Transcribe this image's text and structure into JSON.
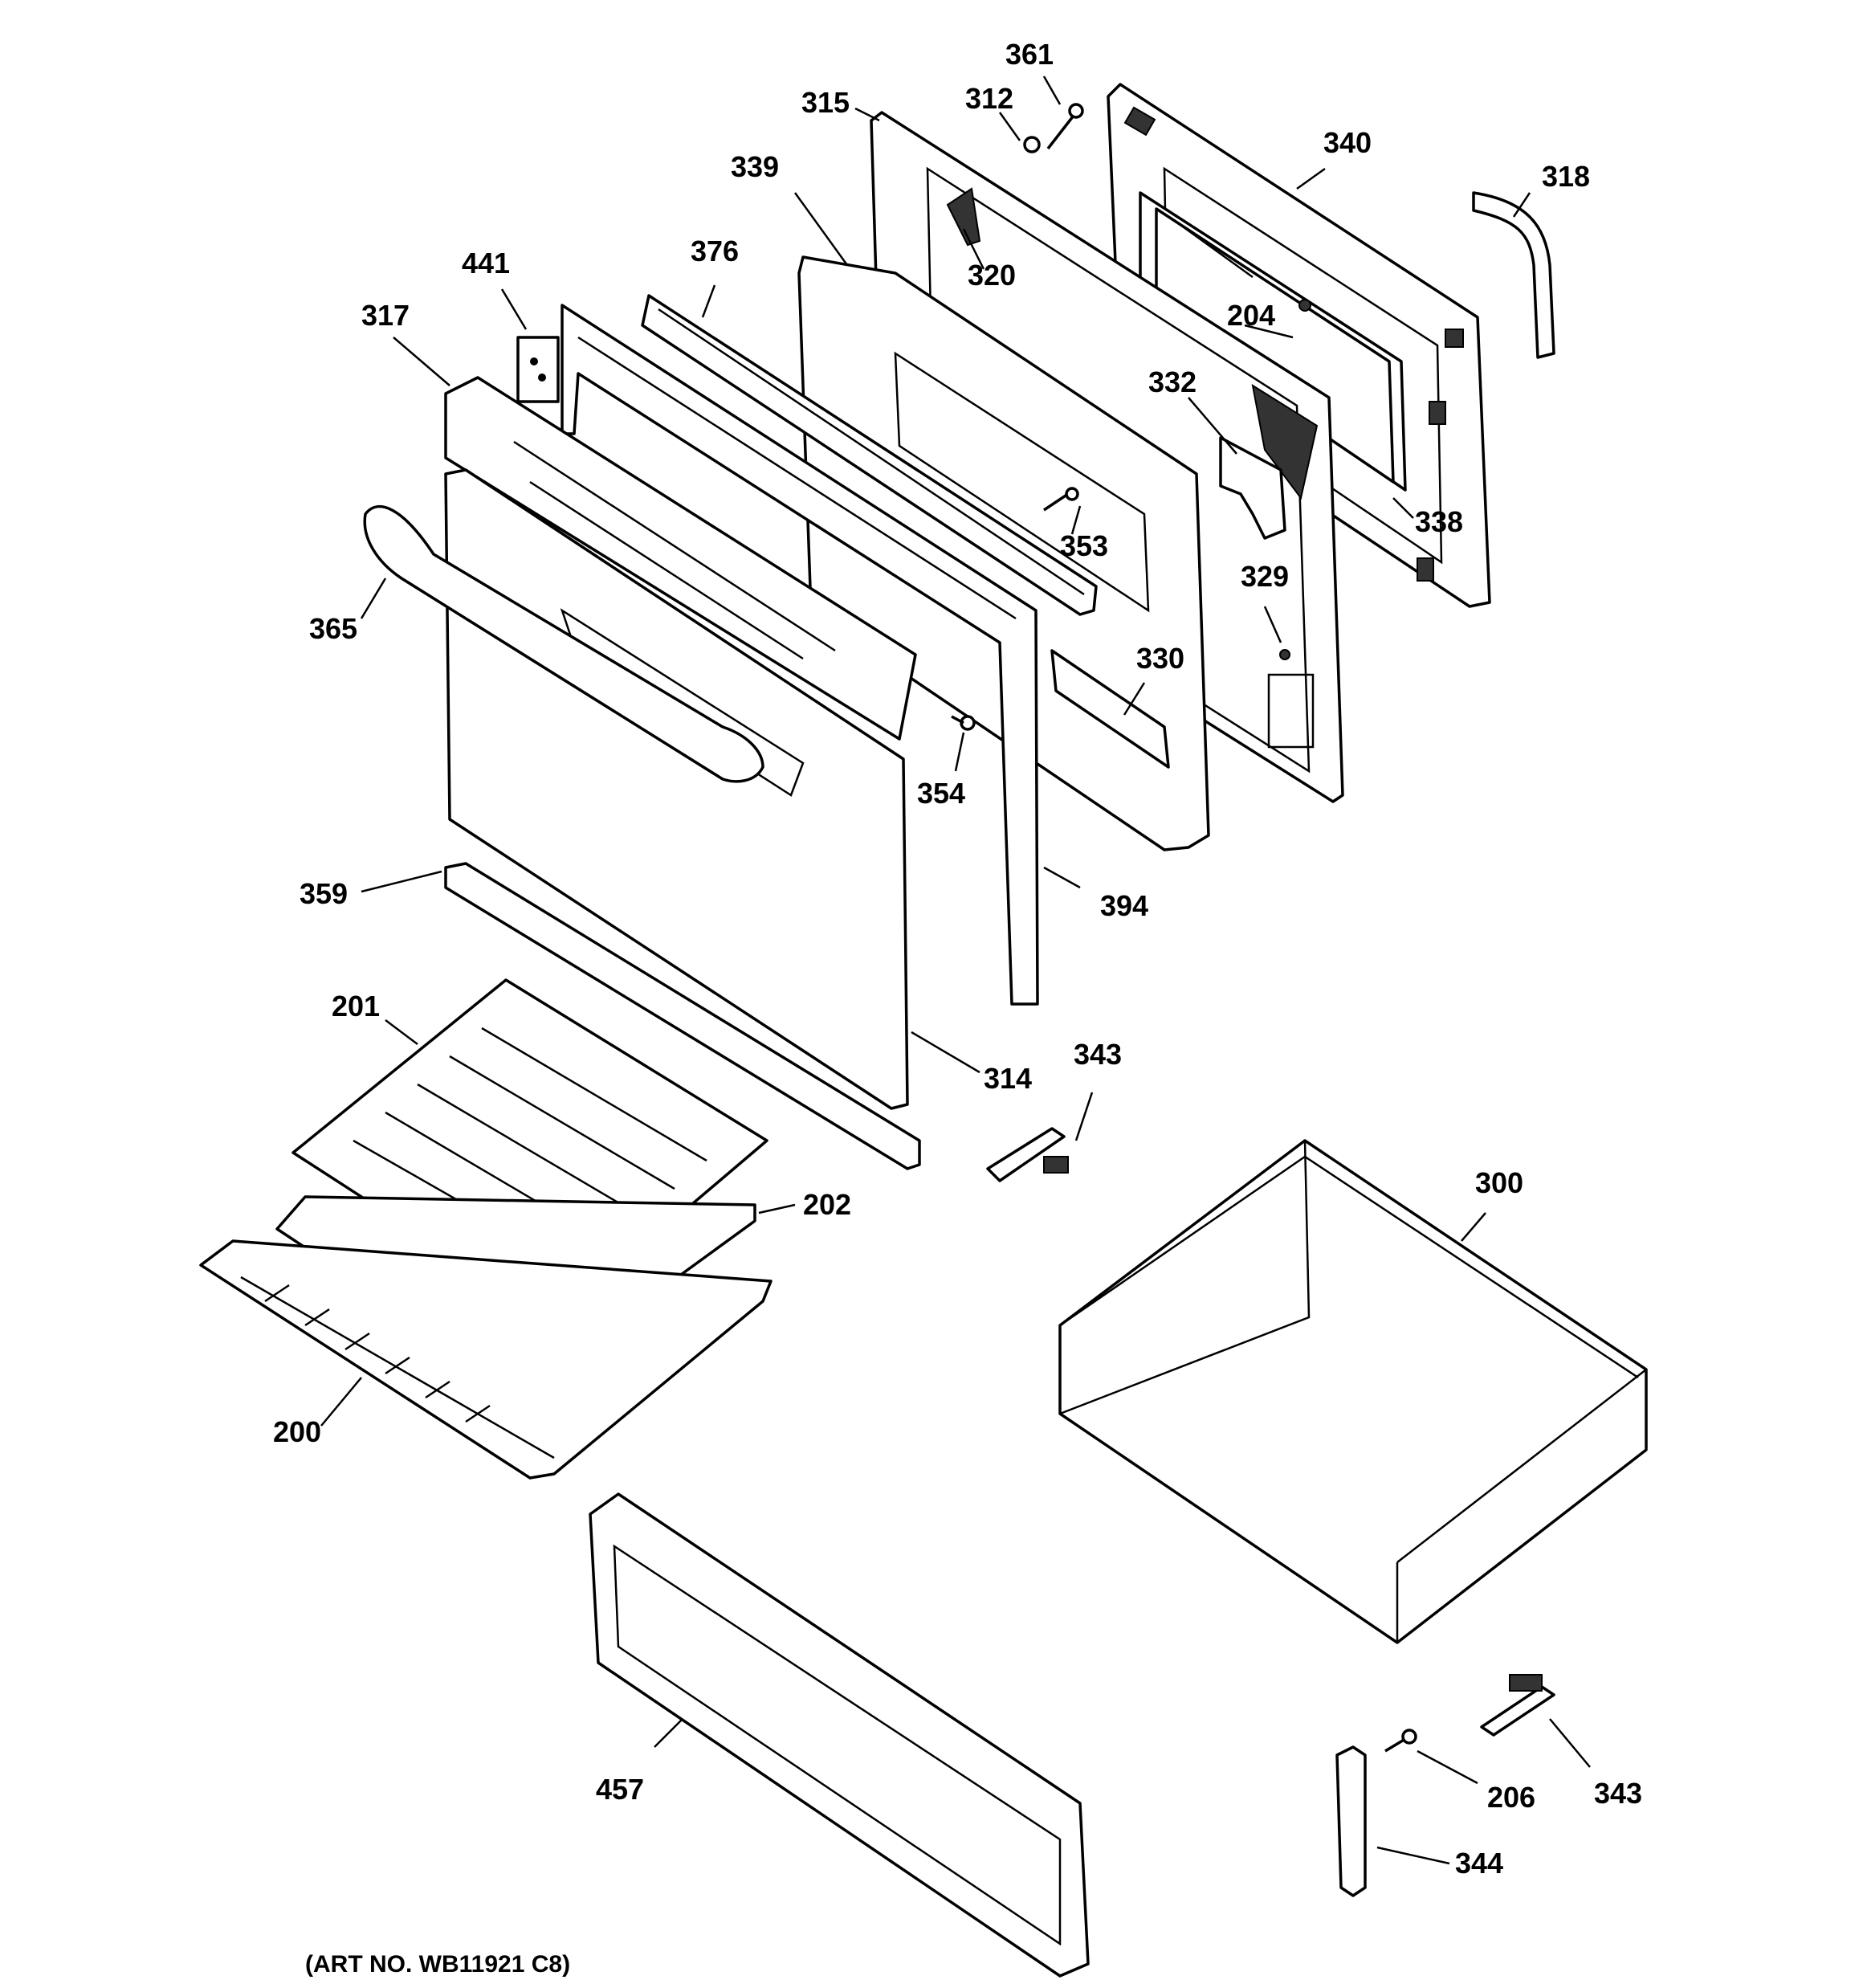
{
  "diagram": {
    "callouts": {
      "c361": "361",
      "c312": "312",
      "c315": "315",
      "c339": "339",
      "c340": "340",
      "c318": "318",
      "c441": "441",
      "c376": "376",
      "c320": "320",
      "c317": "317",
      "c204": "204",
      "c332": "332",
      "c338": "338",
      "c353": "353",
      "c365": "365",
      "c329": "329",
      "c330": "330",
      "c354": "354",
      "c359": "359",
      "c394": "394",
      "c201": "201",
      "c343a": "343",
      "c314": "314",
      "c300": "300",
      "c202": "202",
      "c200": "200",
      "c457": "457",
      "c206": "206",
      "c343b": "343",
      "c344": "344"
    },
    "art_number": "(ART NO. WB11921 C8)"
  }
}
